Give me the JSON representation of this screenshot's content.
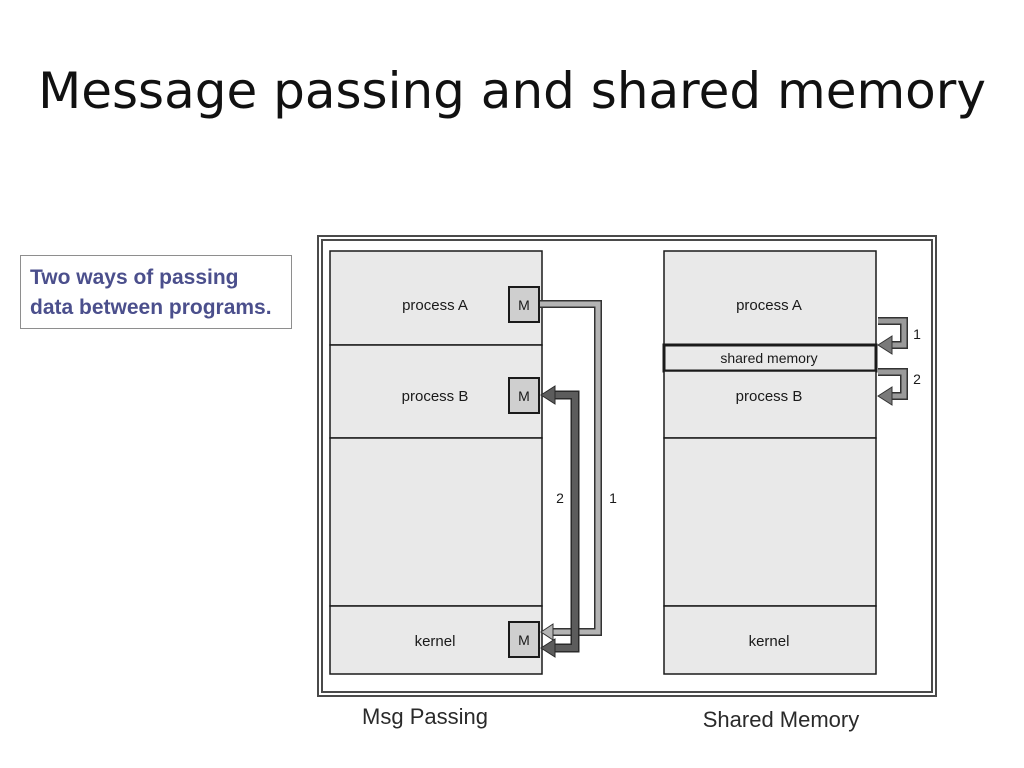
{
  "title": "Message passing and shared memory",
  "note": {
    "line1": "Two ways of passing",
    "line2": "data between programs."
  },
  "diagram": {
    "msg_passing": {
      "caption": "Msg Passing",
      "process_a": "process A",
      "process_b": "process B",
      "kernel": "kernel",
      "message_label": "M",
      "step1": "1",
      "step2": "2"
    },
    "shared_memory": {
      "caption": "Shared Memory",
      "process_a": "process A",
      "shared_region": "shared memory",
      "process_b": "process B",
      "kernel": "kernel",
      "step1": "1",
      "step2": "2"
    }
  },
  "colors": {
    "block_fill": "#e9e9e9",
    "arrow_light": "#b4b4b4",
    "arrow_dark": "#5c5c5c",
    "note_text": "#4b4f8c"
  }
}
